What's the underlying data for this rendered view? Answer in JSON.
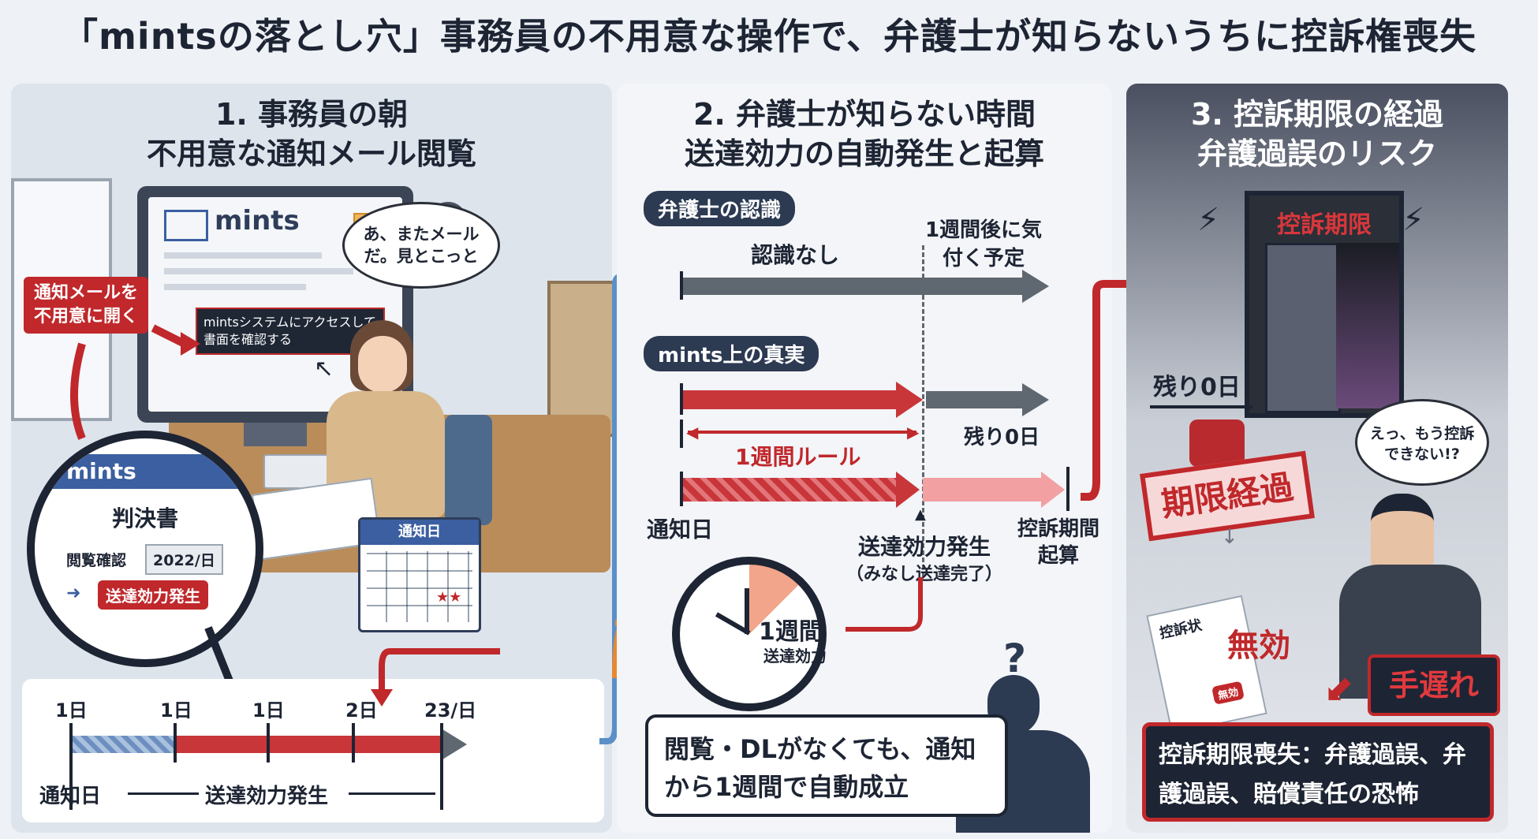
{
  "title": "「mintsの落とし穴」事務員の不用意な操作で、弁護士が知らないうちに控訴権喪失",
  "panel1": {
    "heading_1": "1. 事務員の朝",
    "heading_2": "不用意な通知メール閲覧",
    "screen_brand": "mints",
    "screen_message": "mintsシステムにアクセスして書面を確認する",
    "callout": "通知メールを不用意に開く",
    "speech": "あ、またメールだ。見とこっと",
    "zoom": {
      "brand": "mints",
      "doc_title": "判決書",
      "view_label": "閲覧確認",
      "view_value": "2022/日",
      "effect": "送達効力発生"
    },
    "calendar_title": "通知日",
    "timeline": {
      "ticks": [
        "1日",
        "1日",
        "1日",
        "2日",
        "23/日"
      ],
      "start_label": "通知日",
      "end_label": "送達効力発生"
    }
  },
  "panel2": {
    "heading_1": "2. 弁護士が知らない時間",
    "heading_2": "送達効力の自動発生と起算",
    "lawyer_tag": "弁護士の認識",
    "no_awareness": "認識なし",
    "notice_plan": "1週間後に気付く予定",
    "mints_tag": "mints上の真実",
    "days_left": "残り0日",
    "rule": "1週間ルール",
    "notice_day": "通知日",
    "effect": "送達効力発生",
    "deemed": "（みなし送達完了）",
    "appeal_start": "控訴期間起算",
    "clock_main": "1週間",
    "clock_sub": "送達効力",
    "note": "閲覧・DLがなくても、通知から1週間で自動成立"
  },
  "panel3": {
    "heading_1": "3. 控訴期限の経過",
    "heading_2": "弁護過誤のリスク",
    "door_sign": "控訴期限",
    "days_left": "残り0日",
    "stamp": "期限経過",
    "doc_title": "控訴状",
    "invalid": "無効",
    "invalid_small": "無効",
    "speech": "えっ、もう控訴できない!?",
    "late": "手遅れ",
    "summary": "控訴期限喪失：弁護過誤、弁護過誤、賠償責任の恐怖"
  },
  "colors": {
    "accent_red": "#c0282b",
    "navy": "#2c3a52",
    "gray_arrow": "#5f6770",
    "blue_arrow": "#5b8fc7",
    "orange_arrow": "#e8892f"
  }
}
